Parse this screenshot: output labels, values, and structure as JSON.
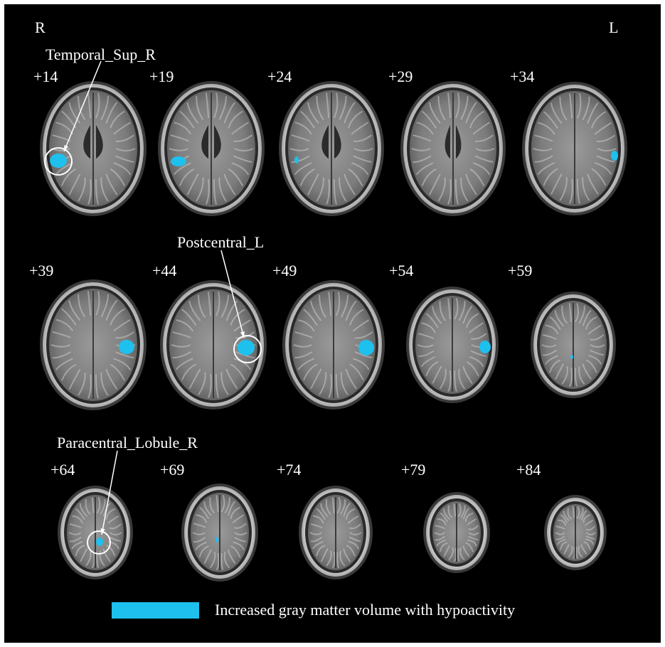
{
  "orientation": {
    "right": "R",
    "left": "L"
  },
  "slices": [
    {
      "label": "+14",
      "row": 1
    },
    {
      "label": "+19",
      "row": 1
    },
    {
      "label": "+24",
      "row": 1
    },
    {
      "label": "+29",
      "row": 1
    },
    {
      "label": "+34",
      "row": 1
    },
    {
      "label": "+39",
      "row": 2
    },
    {
      "label": "+44",
      "row": 2
    },
    {
      "label": "+49",
      "row": 2
    },
    {
      "label": "+54",
      "row": 2
    },
    {
      "label": "+59",
      "row": 2
    },
    {
      "label": "+64",
      "row": 3
    },
    {
      "label": "+69",
      "row": 3
    },
    {
      "label": "+74",
      "row": 3
    },
    {
      "label": "+79",
      "row": 3
    },
    {
      "label": "+84",
      "row": 3
    }
  ],
  "annotations": [
    {
      "text": "Temporal_Sup_R",
      "slice": "+14"
    },
    {
      "text": "Postcentral_L",
      "slice": "+44"
    },
    {
      "text": "Paracentral_Lobule_R",
      "slice": "+64"
    }
  ],
  "legend": {
    "label": "Increased gray matter volume with hypoactivity",
    "color": "#1ec0ee"
  },
  "colors": {
    "background": "#000000",
    "highlight": "#1ec0ee",
    "text": "#ffffff",
    "annotation_line": "#ffffff"
  }
}
